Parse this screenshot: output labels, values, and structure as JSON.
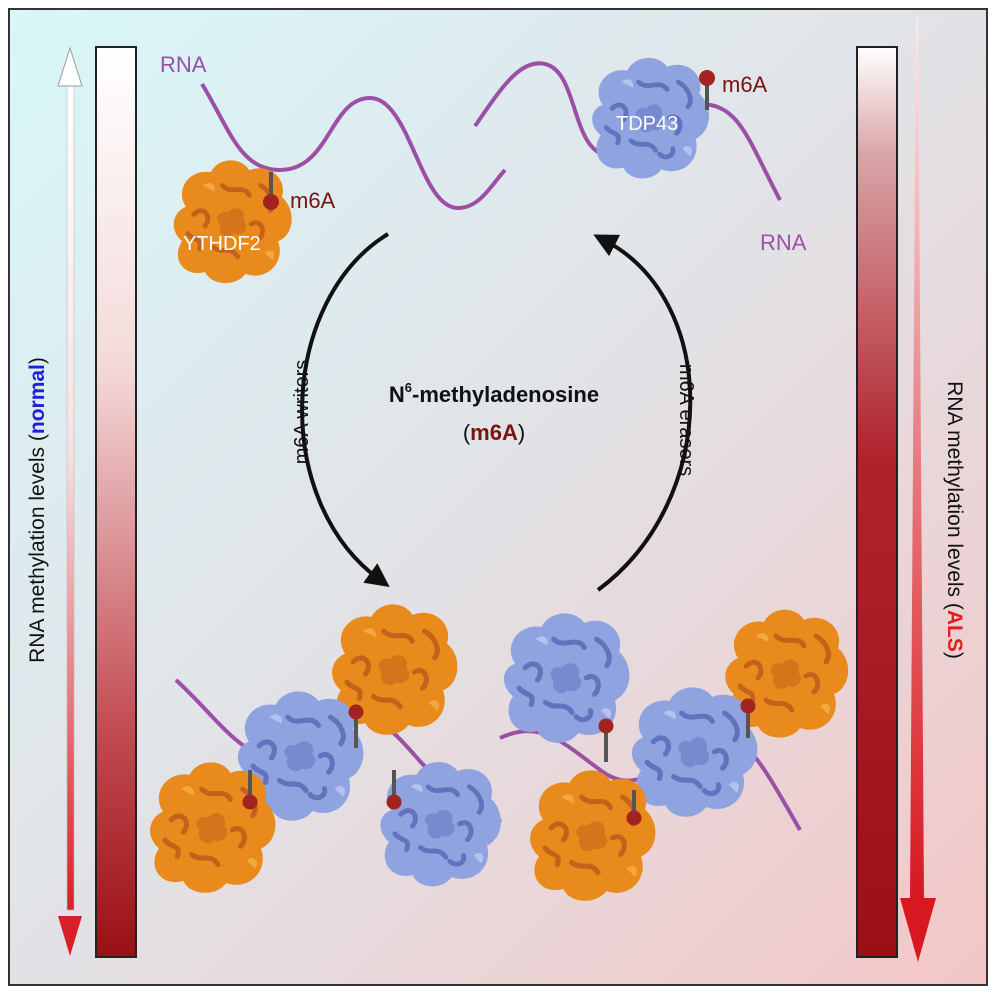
{
  "colors": {
    "rna": "#9b4fa6",
    "m6a_dot": "#a2231f",
    "m6a_text": "#7a1410",
    "ythdf2": "#e98a1d",
    "ythdf2_dark": "#c4621a",
    "tdp43": "#8fa3e0",
    "tdp43_dark": "#6272bd",
    "normal_accent": "#2020d8",
    "als_accent": "#e02020",
    "gradient_dark_red": "#9a1014",
    "background_top": "#d6f6f8",
    "background_bottom": "#f2c8c8"
  },
  "labels": {
    "rna_top_left": "RNA",
    "rna_top_right": "RNA",
    "m6a_left": "m6A",
    "m6a_right": "m6A",
    "ythdf2": "YTHDF2",
    "tdp43": "TDP43",
    "writers": "m6A writers",
    "erasers": "m6A erasers",
    "center_title_n": "N",
    "center_title_sup": "6",
    "center_title_rest": "-methyladenosine",
    "center_paren_open": "(",
    "center_abbrev": "m6A",
    "center_paren_close": ")"
  },
  "left_axis": {
    "prefix": "RNA methylation levels (",
    "accent": "normal",
    "suffix": ")"
  },
  "right_axis": {
    "prefix": "RNA methylation levels (",
    "accent": "ALS",
    "suffix": ")"
  },
  "icons": {
    "protein_shape": "blob-icon",
    "methyl_mark": "circle-dot-icon",
    "cycle_arrows": "curved-arrow-icon"
  }
}
